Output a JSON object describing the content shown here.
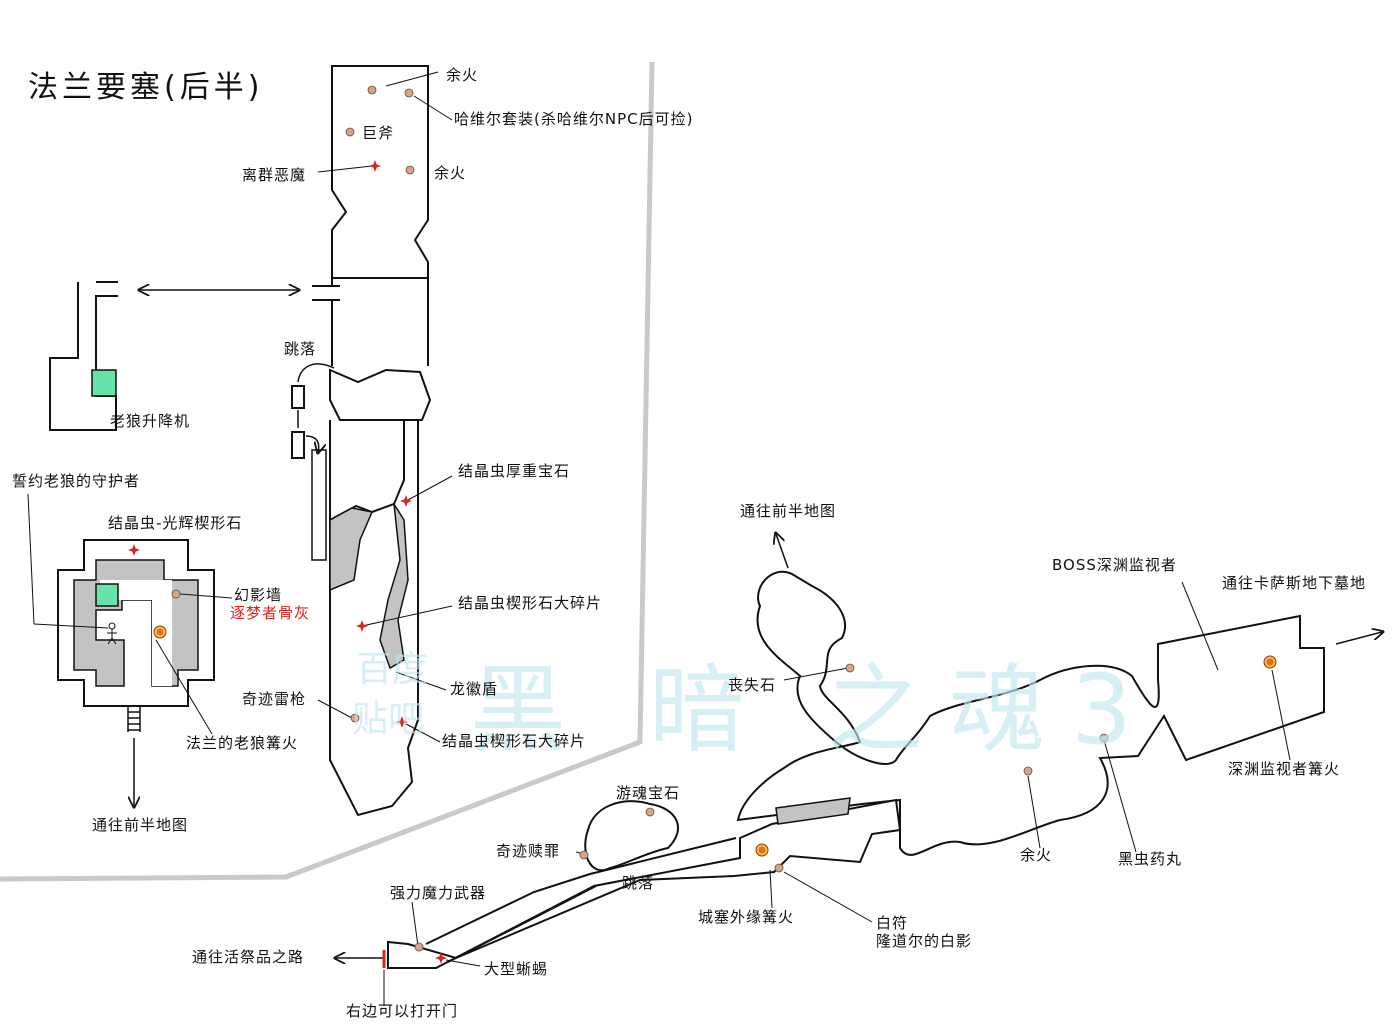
{
  "title": "法兰要塞(后半)",
  "watermark": {
    "big": "黑 暗 之魂3",
    "small_top": "百度",
    "small_bottom": "贴吧"
  },
  "colors": {
    "bonfire": "#e9682a",
    "item": "#d6a589",
    "boss": "#e0211b",
    "elevator": "#66e3a6",
    "rock": "#c3c3c3",
    "highlight": "#e0211b"
  },
  "labels": {
    "ember_top": "余火",
    "havel_set": "哈维尔套装(杀哈维尔NPC后可捡)",
    "great_axe": "巨斧",
    "demon": "离群恶魔",
    "ember_2": "余火",
    "jump_1": "跳落",
    "wolf_elevator": "老狼升降机",
    "twinkling_titanite": "结晶虫厚重宝石",
    "covenant": "誓约老狼的守护者",
    "radiant_wedge": "结晶虫-光辉楔形石",
    "illusory_wall": "幻影墙",
    "dreamchaser_ashes": "逐梦者骨灰",
    "large_titanite_1": "结晶虫楔形石大碎片",
    "dragon_shield": "龙徽盾",
    "lightning_spear": "奇迹雷枪",
    "large_titanite_2": "结晶虫楔形石大碎片",
    "old_wolf_bonfire": "法兰的老狼篝火",
    "to_first_half_left": "通往前半地图",
    "to_first_half_right": "通往前半地图",
    "lost_stone": "丧失石",
    "boss": "BOSS深渊监视者",
    "to_catacombs": "通往卡萨斯地下墓地",
    "abyss_bonfire": "深渊监视者篝火",
    "soul_gem": "游魂宝石",
    "miracle": "奇迹赎罪",
    "jump_2": "跳落",
    "ember_3": "余火",
    "black_bug_pellet": "黑虫药丸",
    "weapon": "强力魔力武器",
    "to_sacrifice_road": "通往活祭品之路",
    "great_crab": "大型蜥蜴",
    "door": "右边可以打开门",
    "outskirts_bonfire": "城塞外缘篝火",
    "white_sign": "白符",
    "white_phantom": "隆道尔的白影"
  },
  "markers": [
    {
      "name": "ember-top-marker",
      "kind": "item"
    },
    {
      "name": "havel-set-marker",
      "kind": "item"
    },
    {
      "name": "great-axe-marker",
      "kind": "item"
    },
    {
      "name": "demon-marker",
      "kind": "boss"
    },
    {
      "name": "ember-2-marker",
      "kind": "item"
    },
    {
      "name": "twinkling-titanite-marker",
      "kind": "boss"
    },
    {
      "name": "large-titanite-1-marker",
      "kind": "boss"
    },
    {
      "name": "large-titanite-2-marker",
      "kind": "boss"
    },
    {
      "name": "lightning-spear-marker",
      "kind": "item"
    },
    {
      "name": "radiant-wedge-marker",
      "kind": "boss"
    },
    {
      "name": "dreamchaser-ashes-marker",
      "kind": "item"
    },
    {
      "name": "old-wolf-bonfire-marker",
      "kind": "bonfire"
    },
    {
      "name": "lost-stone-marker",
      "kind": "item"
    },
    {
      "name": "ember-3-marker",
      "kind": "item"
    },
    {
      "name": "black-bug-pellet-marker",
      "kind": "item"
    },
    {
      "name": "abyss-bonfire-marker",
      "kind": "bonfire"
    },
    {
      "name": "soul-gem-marker",
      "kind": "item"
    },
    {
      "name": "miracle-marker",
      "kind": "item"
    },
    {
      "name": "outskirts-bonfire-marker",
      "kind": "bonfire"
    },
    {
      "name": "white-sign-marker",
      "kind": "item"
    },
    {
      "name": "weapon-marker",
      "kind": "item"
    },
    {
      "name": "great-crab-marker",
      "kind": "boss"
    }
  ]
}
